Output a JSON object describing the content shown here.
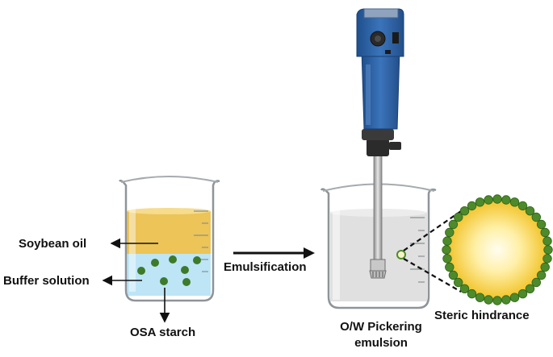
{
  "labels": {
    "soybean_oil": "Soybean oil",
    "buffer_solution": "Buffer solution",
    "osa_starch": "OSA starch",
    "emulsification": "Emulsification",
    "pickering_line1": "O/W Pickering",
    "pickering_line2": "emulsion",
    "steric_hindrance": "Steric hindrance"
  },
  "colors": {
    "oil": "#edc55a",
    "buffer": "#bfe6f7",
    "starch_particle": "#3d7a2a",
    "homogenizer_body": "#2d5e9f",
    "droplet_core": "#fffbe0",
    "droplet_edge": "#f2c62a",
    "emulsion": "#d8d8d8"
  },
  "icons": [
    "beaker-icon",
    "homogenizer-icon",
    "droplet-icon",
    "arrow-icon"
  ]
}
